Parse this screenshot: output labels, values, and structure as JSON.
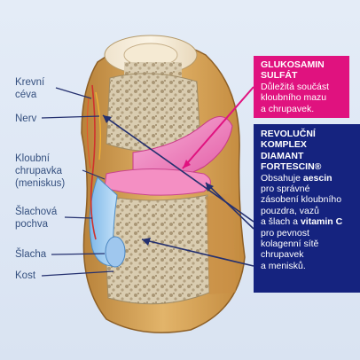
{
  "labels": {
    "krevni_ceva": "Krevní\ncéva",
    "nerv": "Nerv",
    "kloubni_chrupavka": "Kloubní\nchrupavka\n(meniskus)",
    "slachova_pochva": "Šlachová\npochva",
    "slacha": "Šlacha",
    "kost": "Kost"
  },
  "pink_box": {
    "title": "GLUKOSAMIN\nSULFÁT",
    "text": "Důležitá součást\nkloubního mazu\na chrupavek."
  },
  "blue_box": {
    "title": "REVOLUČNÍ\nKOMPLEX\nDIAMANT\nFORTESCIN®",
    "text_1": "Obsahuje ",
    "bold_1": "aescin",
    "text_2": "\npro správné\nzásobení kloubního\npouzdra, vazů\na šlach a ",
    "bold_2": "vitamin C",
    "text_3": "\npro pevnost\nkolagenní sítě\nchrupavek\na menisků."
  },
  "colors": {
    "background": "#dde6f4",
    "label_text": "#35507f",
    "pink_box": "#e0127f",
    "blue_box": "#15237f",
    "leader_line": "#24306f",
    "pink_arrow": "#e0127f"
  }
}
